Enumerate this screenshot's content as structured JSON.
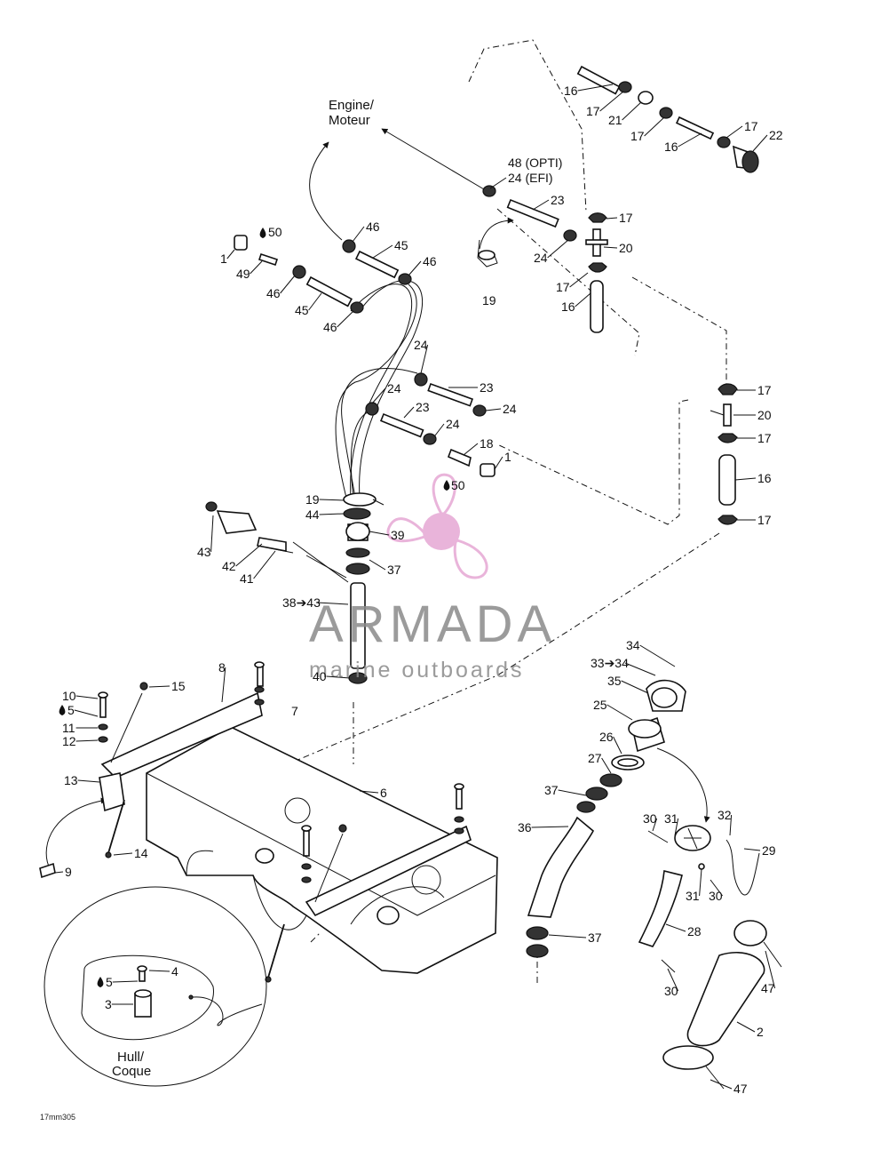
{
  "captions": {
    "engine": [
      "Engine/",
      "Moteur"
    ],
    "hull": [
      "Hull/",
      "Coque"
    ],
    "code": "17mm305"
  },
  "watermark": {
    "brand": "ARMADA",
    "tagline": "marine outboards",
    "colors": {
      "text": "#8a8a8a",
      "propeller": "#e6a8d4"
    }
  },
  "callouts": [
    {
      "id": "c16a",
      "text": "16"
    },
    {
      "id": "c17a",
      "text": "17"
    },
    {
      "id": "c21",
      "text": "21"
    },
    {
      "id": "c17b",
      "text": "17"
    },
    {
      "id": "c17c",
      "text": "17"
    },
    {
      "id": "c22",
      "text": "22"
    },
    {
      "id": "c16b",
      "text": "16"
    },
    {
      "id": "c48",
      "text": "48 (OPTI)"
    },
    {
      "id": "c24efi",
      "text": "24 (EFI)"
    },
    {
      "id": "c23a",
      "text": "23"
    },
    {
      "id": "c17d",
      "text": "17"
    },
    {
      "id": "c20a",
      "text": "20"
    },
    {
      "id": "c24a",
      "text": "24"
    },
    {
      "id": "c17e",
      "text": "17"
    },
    {
      "id": "c16c",
      "text": "16"
    },
    {
      "id": "c19a",
      "text": "19"
    },
    {
      "id": "c46a",
      "text": "46"
    },
    {
      "id": "c45a",
      "text": "45"
    },
    {
      "id": "c46b",
      "text": "46"
    },
    {
      "id": "c50a",
      "text": "50"
    },
    {
      "id": "c1a",
      "text": "1"
    },
    {
      "id": "c49",
      "text": "49"
    },
    {
      "id": "c46c",
      "text": "46"
    },
    {
      "id": "c45b",
      "text": "45"
    },
    {
      "id": "c46d",
      "text": "46"
    },
    {
      "id": "c24b",
      "text": "24"
    },
    {
      "id": "c23b",
      "text": "23"
    },
    {
      "id": "c24c",
      "text": "24"
    },
    {
      "id": "c23c",
      "text": "23"
    },
    {
      "id": "c24d",
      "text": "24"
    },
    {
      "id": "c24e",
      "text": "24"
    },
    {
      "id": "c18",
      "text": "18"
    },
    {
      "id": "c1b",
      "text": "1"
    },
    {
      "id": "c50b",
      "text": "50"
    },
    {
      "id": "c17f",
      "text": "17"
    },
    {
      "id": "c20b",
      "text": "20"
    },
    {
      "id": "c17g",
      "text": "17"
    },
    {
      "id": "c16d",
      "text": "16"
    },
    {
      "id": "c17h",
      "text": "17"
    },
    {
      "id": "c19b",
      "text": "19"
    },
    {
      "id": "c44",
      "text": "44"
    },
    {
      "id": "c39",
      "text": "39"
    },
    {
      "id": "c37a",
      "text": "37"
    },
    {
      "id": "c43",
      "text": "43"
    },
    {
      "id": "c42",
      "text": "42"
    },
    {
      "id": "c41",
      "text": "41"
    },
    {
      "id": "c38",
      "text": "38➔43"
    },
    {
      "id": "c40",
      "text": "40"
    },
    {
      "id": "c34",
      "text": "34"
    },
    {
      "id": "c33",
      "text": "33➔34"
    },
    {
      "id": "c35",
      "text": "35"
    },
    {
      "id": "c25",
      "text": "25"
    },
    {
      "id": "c26",
      "text": "26"
    },
    {
      "id": "c27",
      "text": "27"
    },
    {
      "id": "c37b",
      "text": "37"
    },
    {
      "id": "c36",
      "text": "36"
    },
    {
      "id": "c30a",
      "text": "30"
    },
    {
      "id": "c31a",
      "text": "31"
    },
    {
      "id": "c32",
      "text": "32"
    },
    {
      "id": "c29",
      "text": "29"
    },
    {
      "id": "c31b",
      "text": "31"
    },
    {
      "id": "c30b",
      "text": "30"
    },
    {
      "id": "c28",
      "text": "28"
    },
    {
      "id": "c37c",
      "text": "37"
    },
    {
      "id": "c30c",
      "text": "30"
    },
    {
      "id": "c47a",
      "text": "47"
    },
    {
      "id": "c2",
      "text": "2"
    },
    {
      "id": "c47b",
      "text": "47"
    },
    {
      "id": "c8",
      "text": "8"
    },
    {
      "id": "c10",
      "text": "10"
    },
    {
      "id": "c15",
      "text": "15"
    },
    {
      "id": "c5a",
      "text": "5"
    },
    {
      "id": "c7",
      "text": "7"
    },
    {
      "id": "c11",
      "text": "11"
    },
    {
      "id": "c12",
      "text": "12"
    },
    {
      "id": "c13",
      "text": "13"
    },
    {
      "id": "c6",
      "text": "6"
    },
    {
      "id": "c14",
      "text": "14"
    },
    {
      "id": "c9",
      "text": "9"
    },
    {
      "id": "c4",
      "text": "4"
    },
    {
      "id": "c5b",
      "text": "5"
    },
    {
      "id": "c3",
      "text": "3"
    }
  ]
}
